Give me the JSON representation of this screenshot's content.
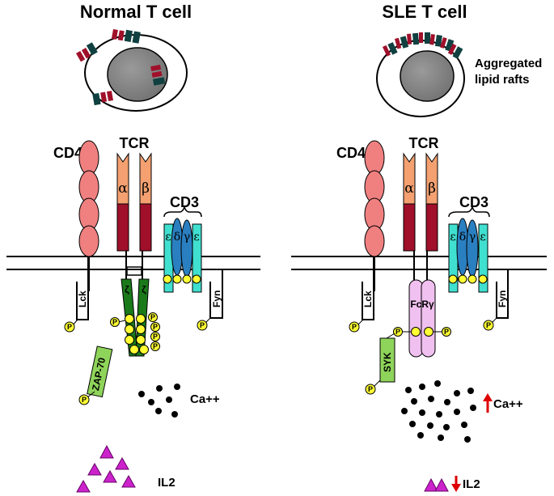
{
  "panels": {
    "normal": {
      "title": "Normal T cell",
      "cd4": "CD4",
      "tcr": "TCR",
      "cd3": "CD3",
      "alpha": "α",
      "beta": "β",
      "cd3_chains": [
        "ε",
        "δ",
        "γ",
        "ε"
      ],
      "zeta": "ζ",
      "lck": "Lck",
      "fyn": "Fyn",
      "kinase": "ZAP-70",
      "calcium": "Ca++",
      "il2": "IL2",
      "phospho": "P"
    },
    "sle": {
      "title": "SLE T cell",
      "rafts": "Aggregated",
      "rafts2": "lipid rafts",
      "cd4": "CD4",
      "tcr": "TCR",
      "cd3": "CD3",
      "alpha": "α",
      "beta": "β",
      "cd3_chains": [
        "ε",
        "δ",
        "γ",
        "ε"
      ],
      "fcr": "FcRγ",
      "lck": "Lck",
      "fyn": "Fyn",
      "kinase": "SYK",
      "calcium": "Ca++",
      "il2": "IL2",
      "phospho": "P"
    }
  },
  "colors": {
    "cd4": "#f08080",
    "tcr_top": "#f4a070",
    "tcr_bottom": "#a0102a",
    "cd3_teal": "#40e0d0",
    "cd3_blue": "#2a7fc0",
    "zeta": "#1a7a1a",
    "zap70": "#8fd45a",
    "fcr": "#f0c0f0",
    "phospho": "#ffff33",
    "il2": "#cc22cc",
    "arrow_red": "#dd0000"
  }
}
